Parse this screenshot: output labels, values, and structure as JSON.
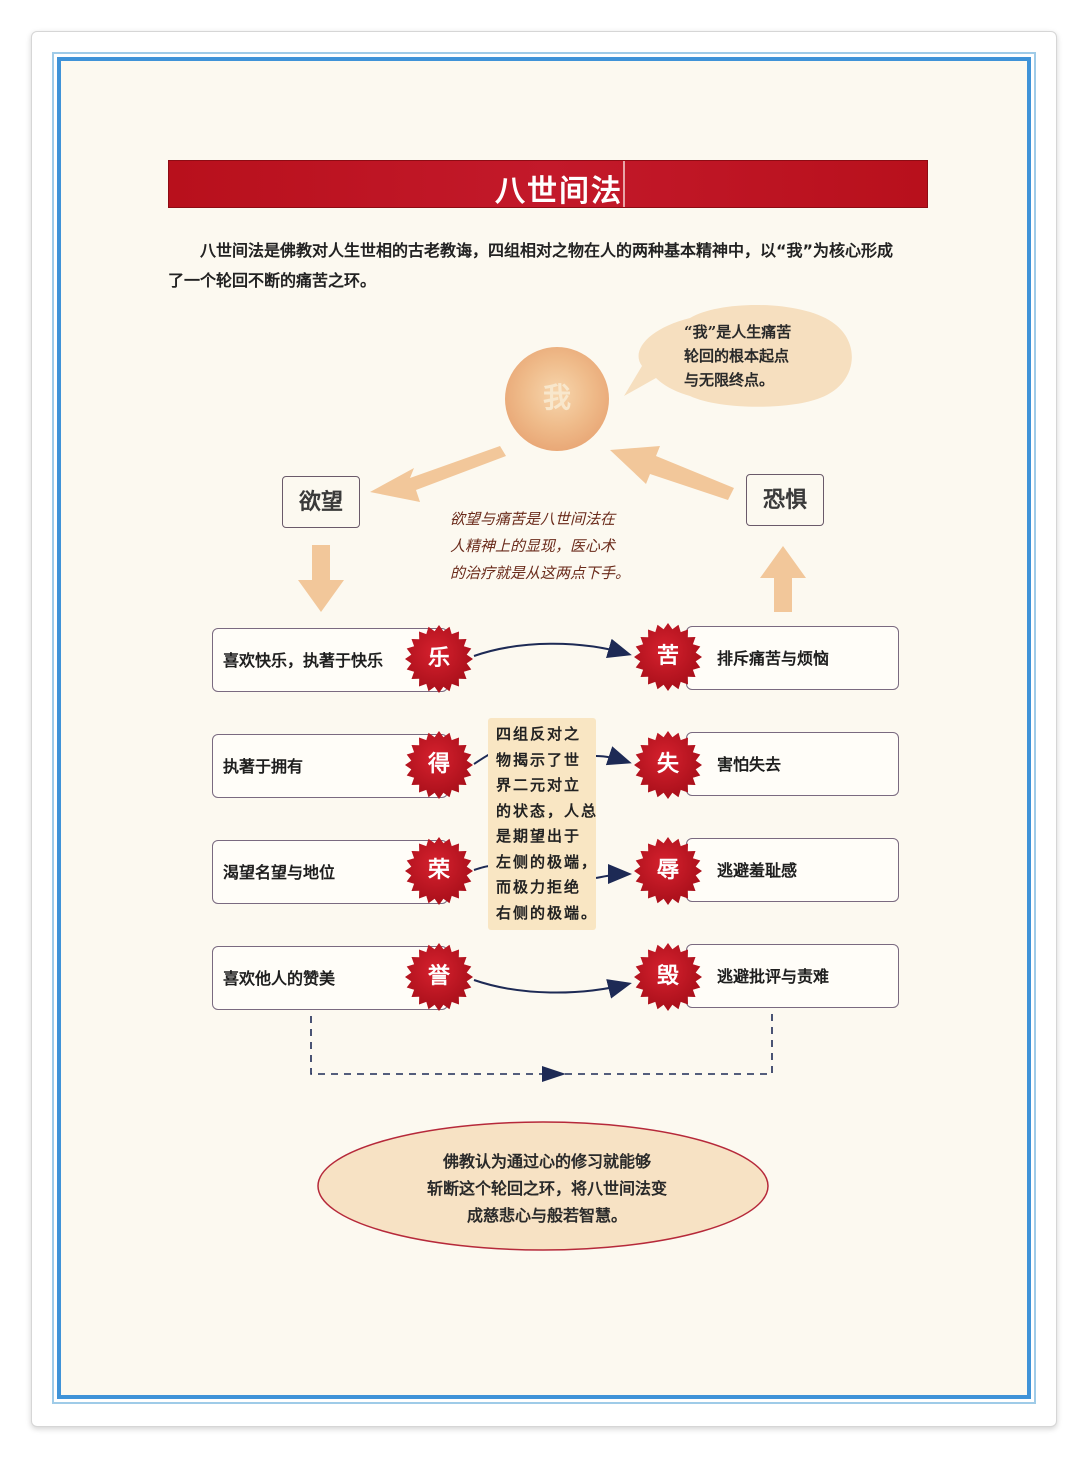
{
  "title": "八世间法",
  "intro": "八世间法是佛教对人生世相的古老教诲，四组相对之物在人的两种基本精神中，以“我”为核心形成了一个轮回不断的痛苦之环。",
  "self": "我",
  "bubble_lines": [
    "“我”是人生痛苦",
    "轮回的根本起点",
    "与无限终点。"
  ],
  "desire": "欲望",
  "fear": "恐惧",
  "center_note_lines": [
    "欲望与痛苦是八世间法在",
    "人精神上的显现，医心术",
    "的治疗就是从这两点下手。"
  ],
  "pairs": [
    {
      "left_text": "喜欢快乐，执著于快乐",
      "left_seal": "乐",
      "right_seal": "苦",
      "right_text": "排斥痛苦与烦恼"
    },
    {
      "left_text": "执著于拥有",
      "left_seal": "得",
      "right_seal": "失",
      "right_text": "害怕失去"
    },
    {
      "left_text": "渴望名望与地位",
      "left_seal": "荣",
      "right_seal": "辱",
      "right_text": "逃避羞耻感"
    },
    {
      "left_text": "喜欢他人的赞美",
      "left_seal": "誉",
      "right_seal": "毁",
      "right_text": "逃避批评与责难"
    }
  ],
  "middle_note_lines": [
    "四组反对之",
    "物揭示了世",
    "界二元对立",
    "的状态，人总",
    "是期望出于",
    "左侧的极端，",
    "而极力拒绝",
    "右侧的极端。"
  ],
  "conclusion_lines": [
    "佛教认为通过心的修习就能够",
    "斩断这个轮回之环，将八世间法变",
    "成慈悲心与般若智慧。"
  ],
  "colors": {
    "title_red": "#c0141f",
    "seal_red": "#c41824",
    "frame_blue": "#3f93d8",
    "peach": "#f2c79a",
    "cream": "#f9e6c3"
  }
}
